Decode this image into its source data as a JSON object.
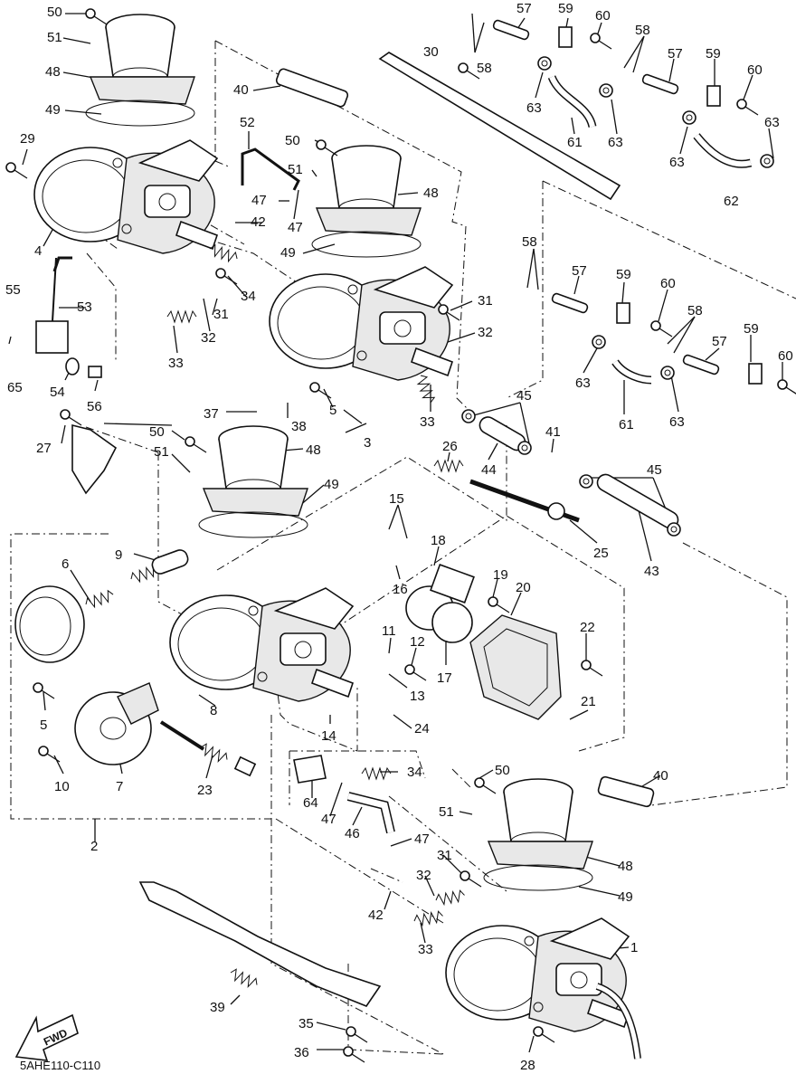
{
  "diagram": {
    "code": "5AHE110-C110",
    "fwd_label": "FWD",
    "callouts": [
      {
        "id": "c50a",
        "label": "50"
      },
      {
        "id": "c51a",
        "label": "51"
      },
      {
        "id": "c48a",
        "label": "48"
      },
      {
        "id": "c49a",
        "label": "49"
      },
      {
        "id": "c29",
        "label": "29"
      },
      {
        "id": "c4",
        "label": "4"
      },
      {
        "id": "c40a",
        "label": "40"
      },
      {
        "id": "c52",
        "label": "52"
      },
      {
        "id": "c50b",
        "label": "50"
      },
      {
        "id": "c51b",
        "label": "51"
      },
      {
        "id": "c47a",
        "label": "47"
      },
      {
        "id": "c47b",
        "label": "47"
      },
      {
        "id": "c42a",
        "label": "42"
      },
      {
        "id": "c48b",
        "label": "48"
      },
      {
        "id": "c49b",
        "label": "49"
      },
      {
        "id": "c30",
        "label": "30"
      },
      {
        "id": "c58a",
        "label": "58"
      },
      {
        "id": "c57a",
        "label": "57"
      },
      {
        "id": "c59a",
        "label": "59"
      },
      {
        "id": "c60a",
        "label": "60"
      },
      {
        "id": "c58b",
        "label": "58"
      },
      {
        "id": "c63a",
        "label": "63"
      },
      {
        "id": "c61a",
        "label": "61"
      },
      {
        "id": "c63b",
        "label": "63"
      },
      {
        "id": "c57b",
        "label": "57"
      },
      {
        "id": "c59b",
        "label": "59"
      },
      {
        "id": "c60b",
        "label": "60"
      },
      {
        "id": "c63c",
        "label": "63"
      },
      {
        "id": "c63d",
        "label": "63"
      },
      {
        "id": "c62",
        "label": "62"
      },
      {
        "id": "c55",
        "label": "55"
      },
      {
        "id": "c53",
        "label": "53"
      },
      {
        "id": "c65",
        "label": "65"
      },
      {
        "id": "c54",
        "label": "54"
      },
      {
        "id": "c56",
        "label": "56"
      },
      {
        "id": "c34a",
        "label": "34"
      },
      {
        "id": "c31a",
        "label": "31"
      },
      {
        "id": "c32a",
        "label": "32"
      },
      {
        "id": "c33a",
        "label": "33"
      },
      {
        "id": "c31b",
        "label": "31"
      },
      {
        "id": "c32b",
        "label": "32"
      },
      {
        "id": "c33b",
        "label": "33"
      },
      {
        "id": "c5a",
        "label": "5"
      },
      {
        "id": "c3",
        "label": "3"
      },
      {
        "id": "c37",
        "label": "37"
      },
      {
        "id": "c38",
        "label": "38"
      },
      {
        "id": "c58c",
        "label": "58"
      },
      {
        "id": "c57c",
        "label": "57"
      },
      {
        "id": "c59c",
        "label": "59"
      },
      {
        "id": "c60c",
        "label": "60"
      },
      {
        "id": "c58d",
        "label": "58"
      },
      {
        "id": "c63e",
        "label": "63"
      },
      {
        "id": "c57d",
        "label": "57"
      },
      {
        "id": "c59d",
        "label": "59"
      },
      {
        "id": "c60d",
        "label": "60"
      },
      {
        "id": "c61b",
        "label": "61"
      },
      {
        "id": "c63f",
        "label": "63"
      },
      {
        "id": "c27",
        "label": "27"
      },
      {
        "id": "c50c",
        "label": "50"
      },
      {
        "id": "c51c",
        "label": "51"
      },
      {
        "id": "c48c",
        "label": "48"
      },
      {
        "id": "c49c",
        "label": "49"
      },
      {
        "id": "c45a",
        "label": "45"
      },
      {
        "id": "c41",
        "label": "41"
      },
      {
        "id": "c26",
        "label": "26"
      },
      {
        "id": "c44",
        "label": "44"
      },
      {
        "id": "c45b",
        "label": "45"
      },
      {
        "id": "c15",
        "label": "15"
      },
      {
        "id": "c25",
        "label": "25"
      },
      {
        "id": "c43",
        "label": "43"
      },
      {
        "id": "c9",
        "label": "9"
      },
      {
        "id": "c6",
        "label": "6"
      },
      {
        "id": "c18",
        "label": "18"
      },
      {
        "id": "c16",
        "label": "16"
      },
      {
        "id": "c19",
        "label": "19"
      },
      {
        "id": "c20",
        "label": "20"
      },
      {
        "id": "c11",
        "label": "11"
      },
      {
        "id": "c12",
        "label": "12"
      },
      {
        "id": "c22",
        "label": "22"
      },
      {
        "id": "c17",
        "label": "17"
      },
      {
        "id": "c13",
        "label": "13"
      },
      {
        "id": "c21",
        "label": "21"
      },
      {
        "id": "c5b",
        "label": "5"
      },
      {
        "id": "c8",
        "label": "8"
      },
      {
        "id": "c14",
        "label": "14"
      },
      {
        "id": "c24",
        "label": "24"
      },
      {
        "id": "c10",
        "label": "10"
      },
      {
        "id": "c7",
        "label": "7"
      },
      {
        "id": "c23",
        "label": "23"
      },
      {
        "id": "c34b",
        "label": "34"
      },
      {
        "id": "c50d",
        "label": "50"
      },
      {
        "id": "c40b",
        "label": "40"
      },
      {
        "id": "c64",
        "label": "64"
      },
      {
        "id": "c47c",
        "label": "47"
      },
      {
        "id": "c46",
        "label": "46"
      },
      {
        "id": "c51d",
        "label": "51"
      },
      {
        "id": "c47d",
        "label": "47"
      },
      {
        "id": "c2",
        "label": "2"
      },
      {
        "id": "c31c",
        "label": "31"
      },
      {
        "id": "c48d",
        "label": "48"
      },
      {
        "id": "c32c",
        "label": "32"
      },
      {
        "id": "c42b",
        "label": "42"
      },
      {
        "id": "c49d",
        "label": "49"
      },
      {
        "id": "c33c",
        "label": "33"
      },
      {
        "id": "c1",
        "label": "1"
      },
      {
        "id": "c39",
        "label": "39"
      },
      {
        "id": "c35",
        "label": "35"
      },
      {
        "id": "c36",
        "label": "36"
      },
      {
        "id": "c28",
        "label": "28"
      }
    ]
  }
}
